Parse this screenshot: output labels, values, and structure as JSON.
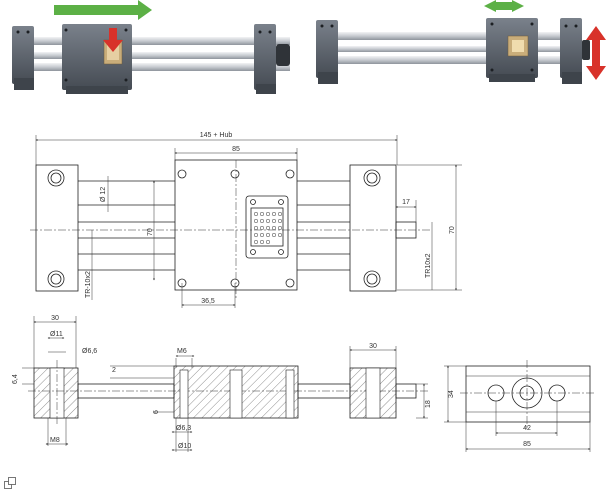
{
  "diagram": {
    "top_view": {
      "overall": "145 + Hub",
      "carriage_width": "85",
      "rod_dia": "Ø 12",
      "center_height": "70",
      "right_height": "70",
      "offset_17": "17",
      "thread_left": "TR-10x2",
      "thread_right": "TR10x2",
      "hole_spacing": "36,5"
    },
    "side_view": {
      "end_block_left": "30",
      "hole_dia": "Ø11",
      "counter_dia": "Ø6,6",
      "height_64": "6,4",
      "m6": "M6",
      "dim_2": "2",
      "dim_6": "6",
      "bore_63": "Ø6,3",
      "bore_10": "Ø10",
      "m8": "M8",
      "end_block_right": "30",
      "shaft_18": "18"
    },
    "end_view": {
      "height": "34",
      "spacing": "42",
      "width": "85"
    }
  },
  "colors": {
    "block_dark": "#4a5058",
    "block_mid": "#6b727c",
    "rod": "#c8ccd2",
    "arrow_green": "#5cb046",
    "arrow_red": "#d8322a",
    "connector": "#e6cfa2"
  }
}
